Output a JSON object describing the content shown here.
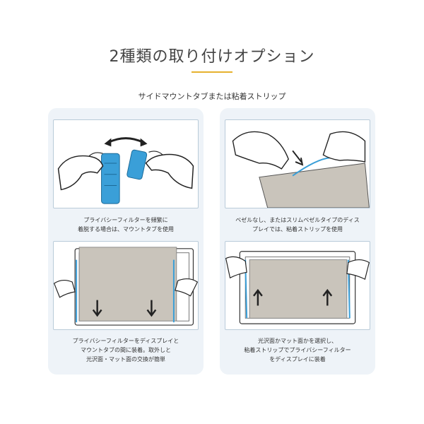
{
  "heading": {
    "title": "2種類の取り付けオプション",
    "accent_color": "#e6b12e"
  },
  "subheading": "サイドマウントタブまたは粘着ストリップ",
  "panels": {
    "left": {
      "top": {
        "caption_lines": [
          "プライバシーフィルターを頻繁に",
          "着脱する場合は、マウントタブを使用"
        ]
      },
      "bottom": {
        "caption_lines": [
          "プライバシーフィルターをディスプレイと",
          "マウントタブの間に装着。取外しと",
          "光沢面・マット面の交換が簡単"
        ]
      }
    },
    "right": {
      "top": {
        "caption_lines": [
          "ベゼルなし、またはスリムベゼルタイプのディス",
          "プレイでは、粘着ストリップを使用"
        ]
      },
      "bottom": {
        "caption_lines": [
          "光沢面かマット面かを選択し、",
          "粘着ストリップでプライバシーフィルター",
          "をディスプレイに装着"
        ]
      }
    }
  },
  "colors": {
    "panel_bg": "#eef3f8",
    "tab_blue": "#3a9fd8",
    "filter_gray": "#c9c4bb"
  }
}
